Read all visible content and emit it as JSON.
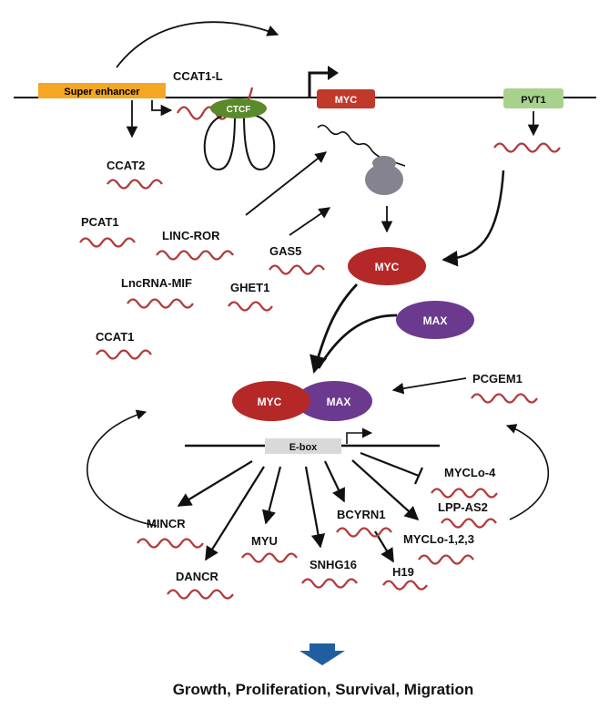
{
  "colors": {
    "super_enhancer": "#f5a623",
    "ctcf": "#5a8a2a",
    "myc_box": "#c0392b",
    "pvt1_box": "#a9d18e",
    "myc_oval": "#b52828",
    "max_oval": "#6b3a8e",
    "ebox": "#d9d9d9",
    "rna_wave": "#b23a3a",
    "footer_arrow": "#1f5fa0",
    "ribosome": "#858390"
  },
  "icons": {
    "transcription_start": "bent-arrow-icon",
    "rna_transcript": "wavy-line-icon",
    "ribosome": "ribosome-icon",
    "chromatin_loop": "chromatin-loop-icon",
    "inhibition": "t-bar-inhibition-icon",
    "footer_arrow": "down-arrow-icon"
  },
  "genome": {
    "super_enhancer": "Super enhancer",
    "ccat1l": "CCAT1-L",
    "ctcf": "CTCF",
    "myc_gene": "MYC",
    "pvt1_gene": "PVT1"
  },
  "proteins": {
    "myc": "MYC",
    "max": "MAX",
    "complex_myc": "MYC",
    "complex_max": "MAX"
  },
  "promoter": {
    "ebox": "E-box"
  },
  "upstream_lncrnas": {
    "ccat2": "CCAT2",
    "pcat1": "PCAT1",
    "linc_ror": "LINC-ROR",
    "gas5": "GAS5",
    "ghet1": "GHET1",
    "lncrna_mif": "LncRNA-MIF",
    "ccat1": "CCAT1",
    "pcgem1": "PCGEM1"
  },
  "target_lncrnas": {
    "myclo4": "MYCLo-4",
    "lpp_as2": "LPP-AS2",
    "myclo123": "MYCLo-1,2,3",
    "mincr": "MINCR",
    "myu": "MYU",
    "bcyrn1": "BCYRN1",
    "snhg16": "SNHG16",
    "h19": "H19",
    "dancr": "DANCR"
  },
  "footer": {
    "outcome": "Growth, Proliferation, Survival, Migration"
  }
}
